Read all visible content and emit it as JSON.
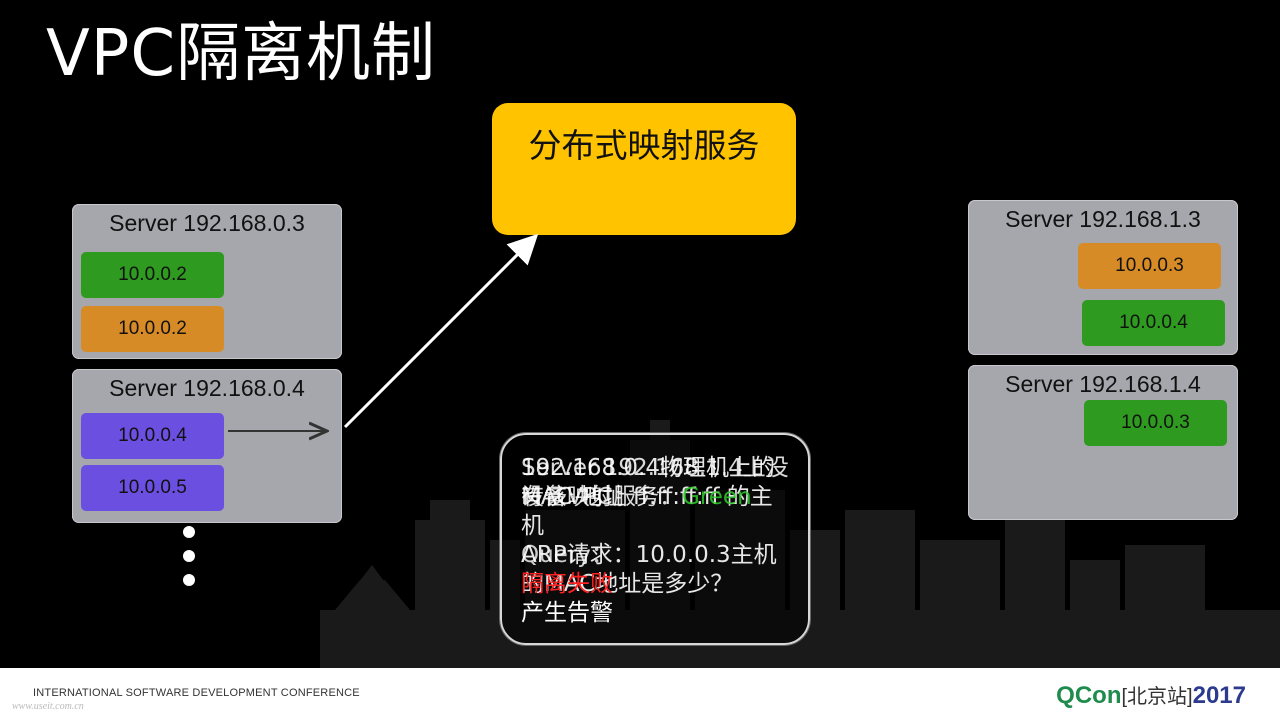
{
  "slide": {
    "title": "VPC隔离机制",
    "mapping_service": "分布式映射服务",
    "servers": [
      {
        "label": "Server 192.168.0.3",
        "vms": [
          {
            "ip": "10.0.0.2",
            "color": "green"
          },
          {
            "ip": "10.0.0.2",
            "color": "orange"
          }
        ]
      },
      {
        "label": "Server 192.168.0.4",
        "vms": [
          {
            "ip": "10.0.0.4",
            "color": "purple"
          },
          {
            "ip": "10.0.0.5",
            "color": "purple"
          }
        ]
      },
      {
        "label": "Server 192.168.1.3",
        "vms": [
          {
            "ip": "10.0.0.3",
            "color": "orange"
          },
          {
            "ip": "10.0.0.4",
            "color": "green"
          }
        ]
      },
      {
        "label": "Server 192.168.1.4",
        "vms": [
          {
            "ip": "10.0.0.3",
            "color": "green"
          }
        ]
      }
    ],
    "popup_layers": [
      "192.168.0.4物理机上的MAC 地址 ff:ff:ff:ff 的主机",
      "ARP请求：10.0.0.3主机的MAC地址是多少？",
      "Server 192.168.1.4上没有该VPC",
      "设备映射服务：Green",
      "Query：",
      "隔离失败",
      "产生告警"
    ],
    "popup_accent": {
      "green_word": "Green",
      "red_word": "隔离失败"
    }
  },
  "footer": {
    "conference": "INTERNATIONAL SOFTWARE DEVELOPMENT CONFERENCE",
    "watermark": "www.useit.com.cn",
    "brand_q": "Q",
    "brand_con": "Con",
    "brand_city": "[北京站]",
    "brand_year": "2017"
  },
  "colors": {
    "background": "#000000",
    "server_box": "#a6a6ad",
    "mapping_box": "#ffc300",
    "vm_green": "#2e9a1f",
    "vm_orange": "#d78b26",
    "vm_purple": "#6b4fe0",
    "brand_green": "#1f8b4d",
    "brand_blue": "#2c3a8f"
  }
}
